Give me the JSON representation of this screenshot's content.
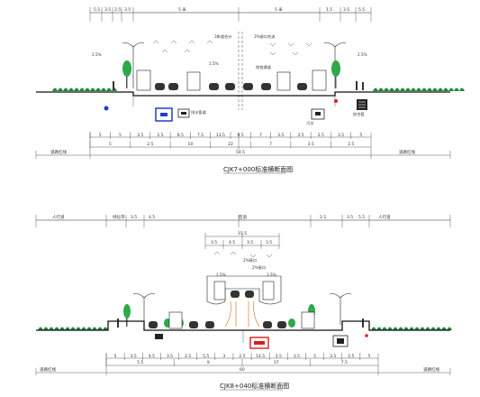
{
  "section1": {
    "caption": "CJK7+000标准横断面图",
    "top_dims": [
      "5.5",
      "3.5",
      "2.5",
      "3.5",
      "5 米",
      "5 米",
      "1.5",
      "3.5",
      "5.5"
    ],
    "lane_marks": [
      "2.5%",
      "2.5%",
      "1.5%"
    ],
    "labels": [
      "3车道合计",
      "3%接口合流",
      "地铁通道"
    ],
    "utility_labels": [
      "排水管道",
      "污水",
      "综合管"
    ],
    "bottom_row1": [
      "5",
      "5",
      "3.5",
      "2.5",
      "8.5",
      "7.5",
      "13.5",
      "9.5",
      "7",
      "3.5",
      "3.5",
      "2.5",
      "3.5",
      "5"
    ],
    "bottom_row2": [
      "5",
      "2.5",
      "10",
      "22",
      "7",
      "3.5",
      "2.5"
    ],
    "total": "54.5",
    "side_labels": [
      "道路红线",
      "道路红线"
    ]
  },
  "section2": {
    "caption": "CJK8+040标准横断面图",
    "top_dims": [
      "人行道",
      "绿化带",
      "3.5",
      "4.5",
      "匝道",
      "2.5",
      "3.5",
      "5.5",
      "人行道"
    ],
    "upper_dims": [
      "3.5",
      "4.5",
      "3.5",
      "3.5"
    ],
    "upper_total": "15.5",
    "labels": [
      "2%接口",
      "2%接口",
      "1.5%",
      "1.5%"
    ],
    "bottom_row1": [
      "5",
      "3.5",
      "4.5",
      "3.5",
      "2.5",
      "5.5",
      "3",
      "2.5",
      "14.5",
      "3.5",
      "3.5",
      "5",
      "3.5",
      "2.5",
      "5"
    ],
    "bottom_row2": [
      "5.5",
      "9",
      "37",
      "7.5"
    ],
    "total": "60",
    "side_labels": [
      "道路红线",
      "道路红线"
    ]
  }
}
